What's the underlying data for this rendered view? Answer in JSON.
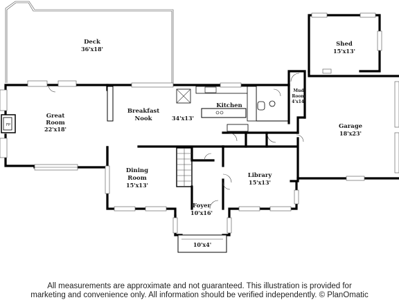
{
  "rooms": {
    "deck": {
      "name": "Deck",
      "dim": "36'x18'"
    },
    "shed": {
      "name": "Shed",
      "dim": "15'x13'"
    },
    "great_room": {
      "name_line1": "Great",
      "name_line2": "Room",
      "dim": "22'x18'"
    },
    "breakfast_nook": {
      "name_line1": "Breakfast",
      "name_line2": "Nook",
      "dim": "34'x13'"
    },
    "kitchen": {
      "name": "Kitchen"
    },
    "mud_room": {
      "name_line1": "Mud",
      "name_line2": "Room",
      "dim": "4'x14'"
    },
    "garage": {
      "name": "Garage",
      "dim": "18'x23'"
    },
    "dining_room": {
      "name_line1": "Dining",
      "name_line2": "Room",
      "dim": "15'x13'"
    },
    "library": {
      "name": "Library",
      "dim": "15'x13'"
    },
    "foyer": {
      "name": "Foyer",
      "dim": "10'x16'"
    },
    "porch": {
      "dim": "10'x4'"
    },
    "fireplace": {
      "label": "FP"
    }
  },
  "disclaimer": {
    "line1": "All measurements are approximate and not guaranteed. This illustration is provided for",
    "line2": "marketing and convenience only. All information should be verified independently. © PlanOmatic"
  }
}
